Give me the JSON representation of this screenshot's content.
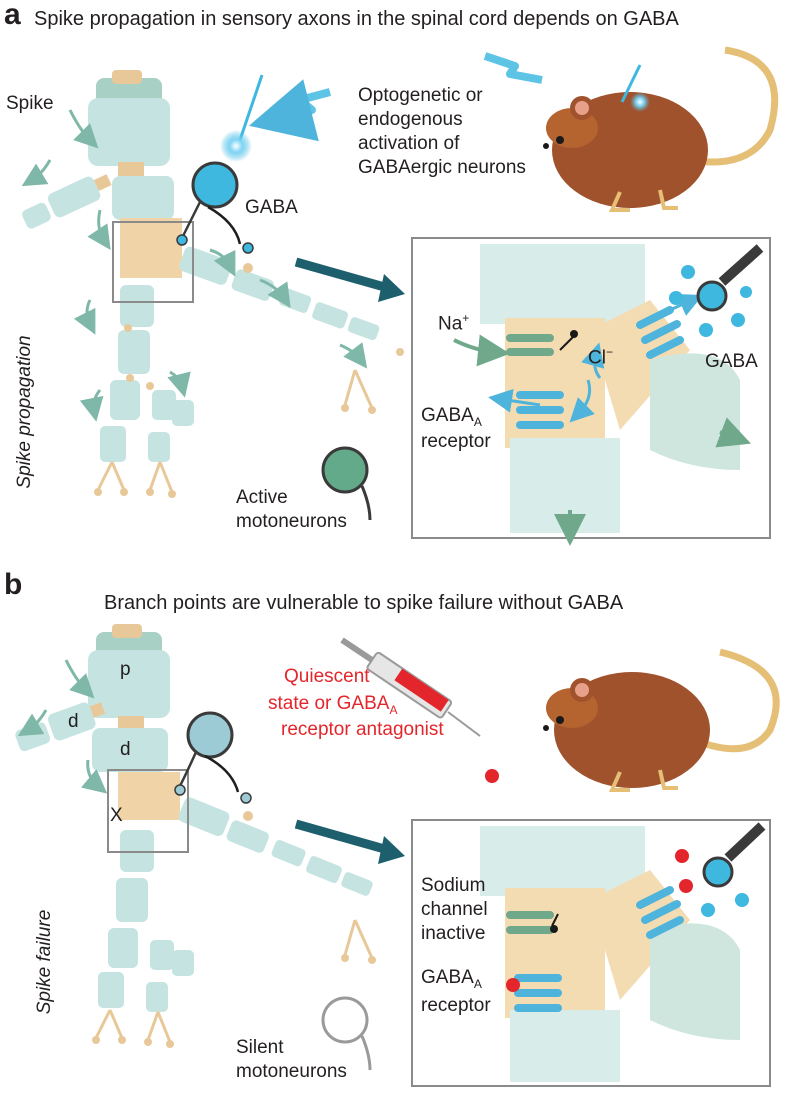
{
  "panel_a": {
    "letter": "a",
    "title": "Spike propagation in sensory axons in the spinal cord depends on GABA",
    "spike_label": "Spike",
    "gaba_label": "GABA",
    "activation_text": "Optogenetic or endogenous activation of GABAergic neurons",
    "vertical_label": "Spike propagation",
    "motoneuron_label": "Active motoneurons",
    "inset": {
      "na_label": "Na",
      "na_sup": "+",
      "cl_label": "Cl",
      "cl_sup": "−",
      "gaba_label": "GABA",
      "receptor_main": "GABA",
      "receptor_sub": "A",
      "receptor_word": "receptor"
    }
  },
  "panel_b": {
    "letter": "b",
    "title": "Branch points are vulnerable to spike failure without GABA",
    "quiescent_line1": "Quiescent",
    "quiescent_line2a": "state or GABA",
    "quiescent_sub": "A",
    "quiescent_line3": "receptor antagonist",
    "label_p": "p",
    "label_d1": "d",
    "label_d2": "d",
    "label_x": "X",
    "vertical_label": "Spike failure",
    "motoneuron_label": "Silent motoneurons",
    "inset": {
      "sodium_label": "Sodium channel inactive",
      "receptor_main": "GABA",
      "receptor_sub": "A",
      "receptor_word": "receptor"
    }
  },
  "colors": {
    "axon_fill": "#c5e4e1",
    "node_fill": "#e8c898",
    "gaba_blue": "#3fb8e0",
    "arrow_dark": "#1e5f6e",
    "active_neuron": "#63aa8a",
    "mouse_brown": "#a0522d",
    "red_text": "#e3262b"
  }
}
